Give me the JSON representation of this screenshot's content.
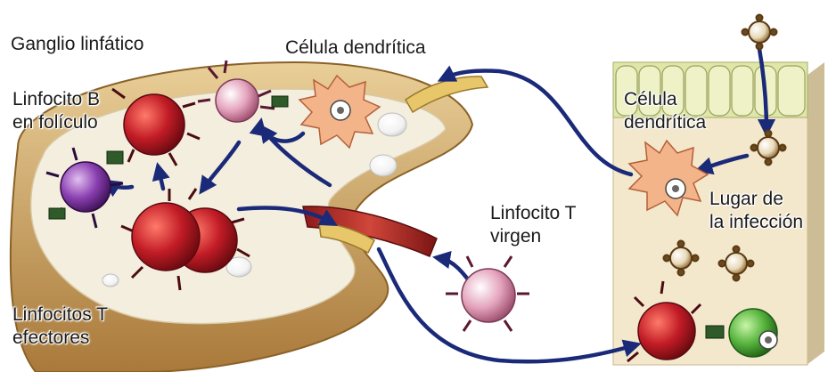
{
  "labels": {
    "lymph_node": "Ganglio linfático",
    "dendritic_cell_node": "Célula dendrítica",
    "b_cell_line1": "Linfocito B",
    "b_cell_line2": "en folículo",
    "effector_t_line1": "Linfocitos T",
    "effector_t_line2": "efectores",
    "naive_t_line1": "Linfocito T",
    "naive_t_line2": "virgen",
    "dendritic_cell_tissue_line1": "Célula",
    "dendritic_cell_tissue_line2": "dendrítica",
    "infection_site_line1": "Lugar de",
    "infection_site_line2": "la infección"
  },
  "colors": {
    "node_outer": "#b88a4a",
    "node_inner": "#f4eedf",
    "arrow": "#1b2a78",
    "t_cell": "#b01822",
    "b_cell": "#b01822",
    "naive_t_cell": "#e6b3c6",
    "dendritic_cell": "#f3b48a",
    "infected_cell": "#52b33a",
    "tissue": "#f3e7cc",
    "virus": "#6b4a1f"
  }
}
